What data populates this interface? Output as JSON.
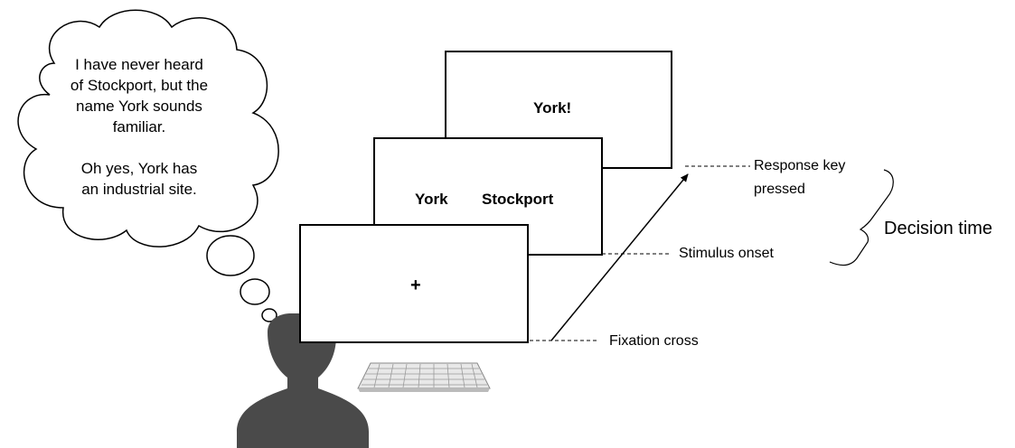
{
  "thought": {
    "line1": "I have never heard",
    "line2": "of Stockport, but the",
    "line3": "name York sounds",
    "line4": "familiar.",
    "line5": "Oh yes, York has",
    "line6": "an industrial site."
  },
  "screens": {
    "fixation": {
      "symbol": "+"
    },
    "stimulus": {
      "left_option": "York",
      "right_option": "Stockport"
    },
    "response": {
      "choice": "York!"
    }
  },
  "labels": {
    "response_line1": "Response key",
    "response_line2": "pressed",
    "stimulus_onset": "Stimulus onset",
    "fixation_cross": "Fixation cross",
    "decision_time": "Decision time"
  },
  "icons": [
    "person-silhouette-icon",
    "keyboard-icon",
    "thought-bubble-icon"
  ],
  "colors": {
    "silhouette": "#4a4a4a",
    "outline": "#000000",
    "background": "#ffffff"
  }
}
